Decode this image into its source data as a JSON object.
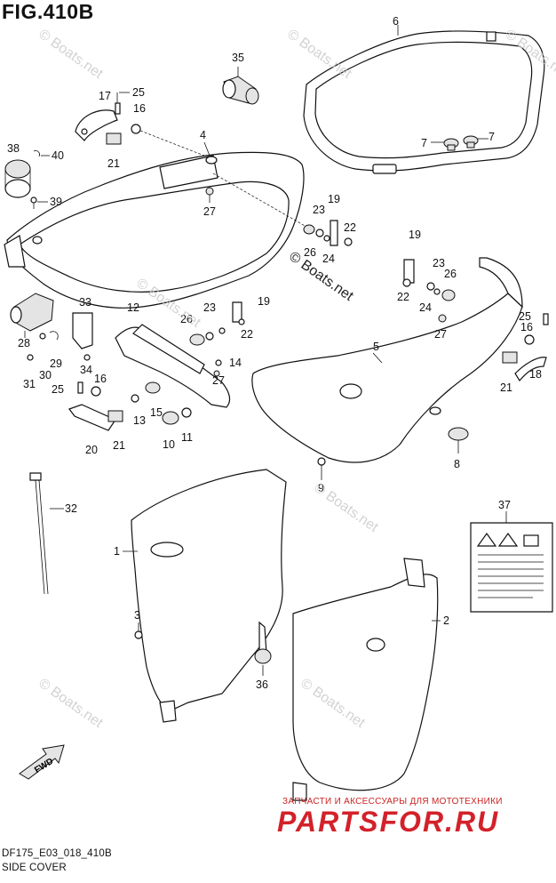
{
  "header": {
    "fig_title": "FIG.410B"
  },
  "footer": {
    "code": "DF175_E03_018_410B",
    "section": "SIDE COVER"
  },
  "watermarks": {
    "boats": "© Boats.net",
    "boats_center": "© Boats.net"
  },
  "branding": {
    "tagline": "ЗАПЧАСТИ И АКСЕССУАРЫ ДЛЯ МОТОТЕХНИКИ",
    "logo": "PARTSFOR.RU"
  },
  "fwd_label": "FWD",
  "callouts": [
    {
      "id": "c1",
      "num": "1"
    },
    {
      "id": "c2",
      "num": "2"
    },
    {
      "id": "c3",
      "num": "3"
    },
    {
      "id": "c4",
      "num": "4"
    },
    {
      "id": "c5",
      "num": "5"
    },
    {
      "id": "c6",
      "num": "6"
    },
    {
      "id": "c7a",
      "num": "7"
    },
    {
      "id": "c7b",
      "num": "7"
    },
    {
      "id": "c8",
      "num": "8"
    },
    {
      "id": "c9",
      "num": "9"
    },
    {
      "id": "c10",
      "num": "10"
    },
    {
      "id": "c11",
      "num": "11"
    },
    {
      "id": "c12",
      "num": "12"
    },
    {
      "id": "c13",
      "num": "13"
    },
    {
      "id": "c14",
      "num": "14"
    },
    {
      "id": "c15",
      "num": "15"
    },
    {
      "id": "c16a",
      "num": "16"
    },
    {
      "id": "c16b",
      "num": "16"
    },
    {
      "id": "c16c",
      "num": "16"
    },
    {
      "id": "c17",
      "num": "17"
    },
    {
      "id": "c18",
      "num": "18"
    },
    {
      "id": "c19a",
      "num": "19"
    },
    {
      "id": "c19b",
      "num": "19"
    },
    {
      "id": "c19c",
      "num": "19"
    },
    {
      "id": "c20",
      "num": "20"
    },
    {
      "id": "c21a",
      "num": "21"
    },
    {
      "id": "c21b",
      "num": "21"
    },
    {
      "id": "c21c",
      "num": "21"
    },
    {
      "id": "c22a",
      "num": "22"
    },
    {
      "id": "c22b",
      "num": "22"
    },
    {
      "id": "c22c",
      "num": "22"
    },
    {
      "id": "c23a",
      "num": "23"
    },
    {
      "id": "c23b",
      "num": "23"
    },
    {
      "id": "c23c",
      "num": "23"
    },
    {
      "id": "c24a",
      "num": "24"
    },
    {
      "id": "c24b",
      "num": "24"
    },
    {
      "id": "c25a",
      "num": "25"
    },
    {
      "id": "c25b",
      "num": "25"
    },
    {
      "id": "c25c",
      "num": "25"
    },
    {
      "id": "c26a",
      "num": "26"
    },
    {
      "id": "c26b",
      "num": "26"
    },
    {
      "id": "c26c",
      "num": "26"
    },
    {
      "id": "c27a",
      "num": "27"
    },
    {
      "id": "c27b",
      "num": "27"
    },
    {
      "id": "c27c",
      "num": "27"
    },
    {
      "id": "c28",
      "num": "28"
    },
    {
      "id": "c29",
      "num": "29"
    },
    {
      "id": "c30",
      "num": "30"
    },
    {
      "id": "c31",
      "num": "31"
    },
    {
      "id": "c32",
      "num": "32"
    },
    {
      "id": "c33",
      "num": "33"
    },
    {
      "id": "c34",
      "num": "34"
    },
    {
      "id": "c35",
      "num": "35"
    },
    {
      "id": "c36",
      "num": "36"
    },
    {
      "id": "c37",
      "num": "37"
    },
    {
      "id": "c38",
      "num": "38"
    },
    {
      "id": "c39",
      "num": "39"
    },
    {
      "id": "c40",
      "num": "40"
    }
  ]
}
